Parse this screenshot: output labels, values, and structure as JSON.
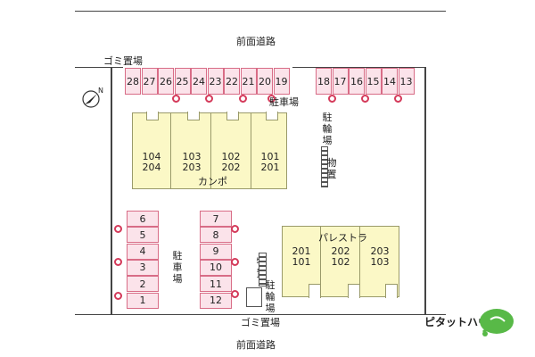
{
  "roads": {
    "top": "前面道路",
    "bottom": "前面道路"
  },
  "garbage_top": "ゴミ置場",
  "garbage_bottom": "ゴミ置場",
  "top_row_left": [
    "28",
    "27",
    "26",
    "25",
    "24",
    "23",
    "22",
    "21",
    "20",
    "19"
  ],
  "top_row_right": [
    "18",
    "17",
    "16",
    "15",
    "14",
    "13"
  ],
  "left_column": [
    "6",
    "5",
    "4",
    "3",
    "2",
    "1"
  ],
  "mid_column": [
    "7",
    "8",
    "9",
    "10",
    "11",
    "12"
  ],
  "parking_top_label": "駐車場",
  "parking_left_label": "駐車場",
  "bike_top_label": "駐輪場",
  "storage_top_label": "物置",
  "storage_bottom_label": "物置",
  "bike_bottom_label": "駐輪場",
  "building_1": {
    "name": "カンポ",
    "units": [
      "104\n204",
      "103\n203",
      "102\n202",
      "101\n201"
    ]
  },
  "building_2": {
    "name": "パレストラ",
    "units": [
      "201\n101",
      "202\n102",
      "203\n103"
    ]
  },
  "brand": "ピタットハウス",
  "colors": {
    "slot_fill": "#fbe3ea",
    "slot_border": "#d86c86",
    "building_fill": "#fbf8c6",
    "post": "#d43a5a",
    "brand_green": "#58b947"
  }
}
